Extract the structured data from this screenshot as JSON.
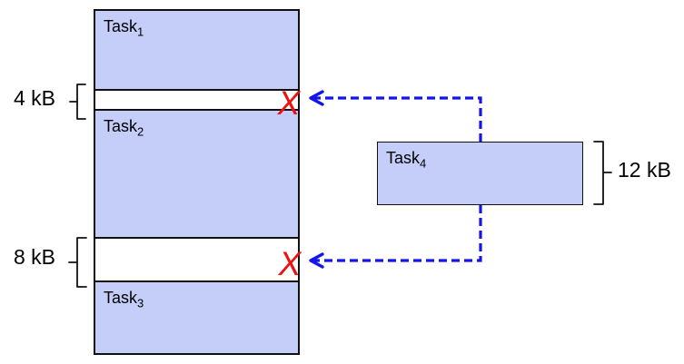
{
  "memory_column": {
    "task1": {
      "base": "Task",
      "sub": "1"
    },
    "task2": {
      "base": "Task",
      "sub": "2"
    },
    "task3": {
      "base": "Task",
      "sub": "3"
    },
    "gap1_size": "4 kB",
    "gap2_size": "8 kB"
  },
  "incoming_task": {
    "label": {
      "base": "Task",
      "sub": "4"
    },
    "size": "12 kB"
  },
  "x_mark": "X",
  "colors": {
    "task_fill": "#c4cef8",
    "border": "#111111",
    "arrow_blue": "#1414ee",
    "x_red": "#ee1111"
  }
}
